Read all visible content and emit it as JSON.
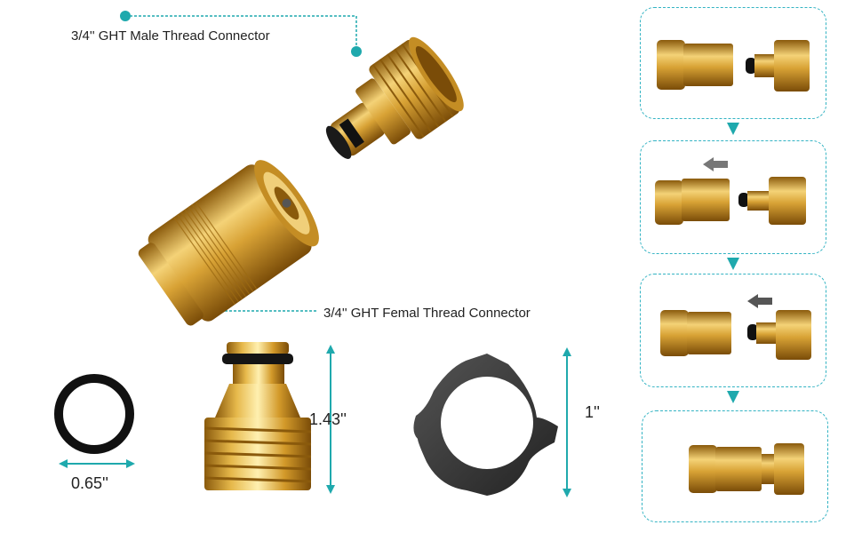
{
  "labels": {
    "male_connector": "3/4'' GHT Male Thread Connector",
    "female_connector": "3/4'' GHT Femal Thread Connector"
  },
  "dimensions": {
    "o_ring_width": "0.65''",
    "connector_height": "1.43''",
    "washer_height": "1''"
  },
  "colors": {
    "accent": "#1fa9ad",
    "brass": "#d9a534",
    "brass_dark": "#9c6a12",
    "rubber": "#2d2d2d"
  },
  "steps": [
    {
      "arrow": "none"
    },
    {
      "arrow": "left"
    },
    {
      "arrow": "left"
    },
    {
      "arrow": "none"
    }
  ]
}
